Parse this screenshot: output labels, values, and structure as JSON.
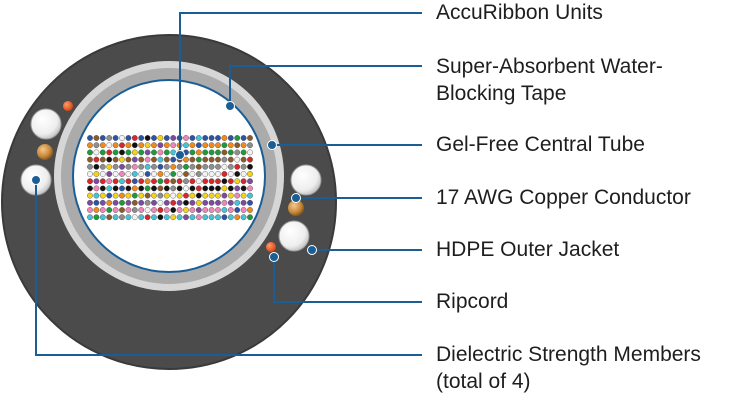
{
  "colors": {
    "jacket": "#4b4b4b",
    "jacket_edge": "#3c3c3c",
    "tape_outer": "#d5d5d5",
    "tape_inner": "#aaaaaa",
    "tube_line": "#1b5e96",
    "leader": "#1b5e96",
    "copper": "#c98a3b",
    "ripcord": "#e8561a",
    "strength_member": "#f4f4f4"
  },
  "ribbon_colors": [
    "#2c53a6",
    "#f08a1c",
    "#1f9a3a",
    "#8b5a2b",
    "#8e8e8e",
    "#f2f2f2",
    "#d7262c",
    "#111111",
    "#f2d21b",
    "#7c4aa0",
    "#ef86b8",
    "#47c3d8"
  ],
  "labels": {
    "accuribbon_units": "AccuRibbon Units",
    "water_blocking_tape_line1": "Super-Absorbent Water-",
    "water_blocking_tape_line2": "Blocking Tape",
    "central_tube": "Gel-Free Central Tube",
    "copper_conductor": "17 AWG Copper Conductor",
    "outer_jacket": "HDPE Outer Jacket",
    "ripcord": "Ripcord",
    "strength_members_line1": "Dielectric Strength Members",
    "strength_members_line2": "(total of 4)"
  }
}
